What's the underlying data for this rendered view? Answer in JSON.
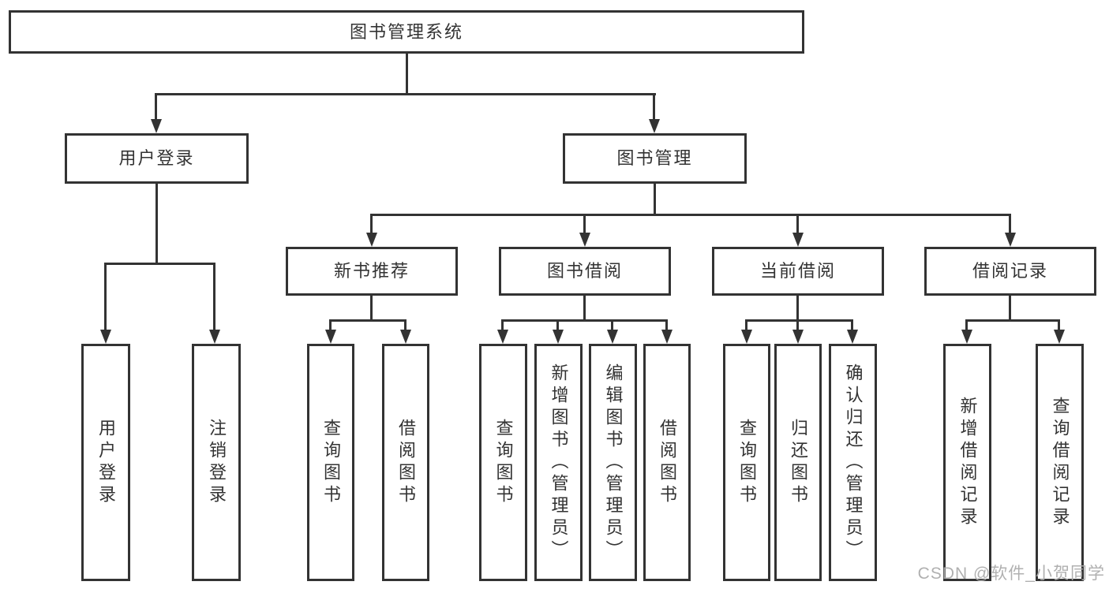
{
  "diagram": {
    "root": {
      "label": "图书管理系统"
    },
    "branches": [
      {
        "label": "用户登录",
        "children": [
          "用户登录",
          "注销登录"
        ]
      },
      {
        "label": "图书管理",
        "groups": [
          {
            "label": "新书推荐",
            "children": [
              "查询图书",
              "借阅图书"
            ]
          },
          {
            "label": "图书借阅",
            "children": [
              "查询图书",
              "新增图书（管理员）",
              "编辑图书（管理员）",
              "借阅图书"
            ]
          },
          {
            "label": "当前借阅",
            "children": [
              "查询图书",
              "归还图书",
              "确认归还（管理员）"
            ]
          },
          {
            "label": "借阅记录",
            "children": [
              "新增借阅记录",
              "查询借阅记录"
            ]
          }
        ]
      }
    ]
  },
  "watermark": {
    "text": "CSDN @软件_小贺同学"
  },
  "colors": {
    "line": "#333333",
    "text": "#333333",
    "watermark": "#acacac",
    "background": "#ffffff"
  }
}
